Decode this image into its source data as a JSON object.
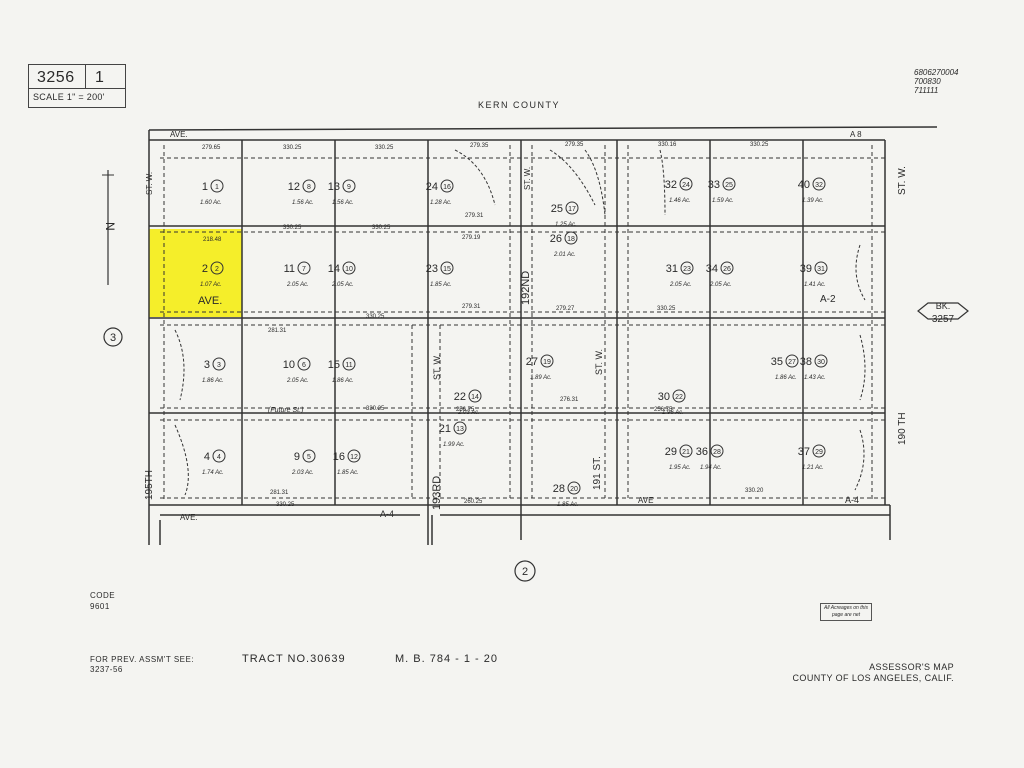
{
  "header": {
    "book": "3256",
    "page": "1",
    "scale": "SCALE 1\" = 200'",
    "county_top": "KERN  COUNTY",
    "ref_code": [
      "6806270004",
      "700830",
      "711111"
    ]
  },
  "north": {
    "label": "N"
  },
  "circles": {
    "left": "3",
    "bottom": "2"
  },
  "book_ref": {
    "line1": "BK.",
    "line2": "3257"
  },
  "streets": {
    "ave_top": "AVE.",
    "ave_top_right": "A 8",
    "ave_highlight": "AVE.",
    "ave_bottom": "AVE.",
    "a4": "A-4",
    "a4_right": "A-4",
    "a2": "A-2",
    "ave_bottom_mid": "AVE",
    "st_195": "195TH",
    "st_w_left": "ST. W.",
    "st_193": "193RD",
    "st_w_193": "ST. W.",
    "st_192": "192ND",
    "st_w_192": "ST. W.",
    "st_191": "191 ST.",
    "st_w_191": "ST. W.",
    "st_190": "190 TH",
    "st_w_right": "ST. W.",
    "future": "(Future  St.)"
  },
  "parcels": [
    {
      "lot": "1",
      "num": "1",
      "acres": "1.60 Ac."
    },
    {
      "lot": "2",
      "num": "2",
      "acres": "1.07 Ac."
    },
    {
      "lot": "3",
      "num": "3",
      "acres": "1.86 Ac."
    },
    {
      "lot": "4",
      "num": "4",
      "acres": "1.74 Ac."
    },
    {
      "lot": "12",
      "num": "8",
      "acres": "1.56 Ac."
    },
    {
      "lot": "13",
      "num": "9",
      "acres": "1.56 Ac."
    },
    {
      "lot": "11",
      "num": "7",
      "acres": "2.05 Ac."
    },
    {
      "lot": "14",
      "num": "10",
      "acres": "2.05 Ac."
    },
    {
      "lot": "10",
      "num": "6",
      "acres": "2.05 Ac."
    },
    {
      "lot": "15",
      "num": "11",
      "acres": "1.86 Ac."
    },
    {
      "lot": "9",
      "num": "5",
      "acres": "2.03 Ac."
    },
    {
      "lot": "16",
      "num": "12",
      "acres": "1.85 Ac."
    },
    {
      "lot": "24",
      "num": "16",
      "acres": "1.28 Ac."
    },
    {
      "lot": "23",
      "num": "15",
      "acres": "1.85 Ac."
    },
    {
      "lot": "22",
      "num": "14",
      "acres": "2.03 Ac."
    },
    {
      "lot": "21",
      "num": "13",
      "acres": "1.99 Ac."
    },
    {
      "lot": "25",
      "num": "17",
      "acres": "1.25 Ac."
    },
    {
      "lot": "26",
      "num": "18",
      "acres": "2.01 Ac."
    },
    {
      "lot": "27",
      "num": "19",
      "acres": "1.89 Ac."
    },
    {
      "lot": "28",
      "num": "20",
      "acres": "1.85 Ac."
    },
    {
      "lot": "32",
      "num": "24",
      "acres": "1.46 Ac."
    },
    {
      "lot": "31",
      "num": "23",
      "acres": "2.05 Ac."
    },
    {
      "lot": "30",
      "num": "22",
      "acres": "1.96 Ac."
    },
    {
      "lot": "29",
      "num": "21",
      "acres": "1.95 Ac."
    },
    {
      "lot": "33",
      "num": "25",
      "acres": "1.59 Ac."
    },
    {
      "lot": "34",
      "num": "26",
      "acres": "2.05 Ac."
    },
    {
      "lot": "35",
      "num": "27",
      "acres": "1.86 Ac."
    },
    {
      "lot": "36",
      "num": "28",
      "acres": "1.94 Ac."
    },
    {
      "lot": "40",
      "num": "32",
      "acres": "1.39 Ac."
    },
    {
      "lot": "39",
      "num": "31",
      "acres": "1.41 Ac."
    },
    {
      "lot": "38",
      "num": "30",
      "acres": "1.43 Ac."
    },
    {
      "lot": "37",
      "num": "29",
      "acres": "1.21 Ac."
    }
  ],
  "dims": {
    "d1": "330.25",
    "d2": "330.25",
    "d3": "279.35",
    "d4": "330.16",
    "d5": "279.35",
    "d6": "330.25",
    "d7": "279.31",
    "d8": "330.25",
    "d9": "330.25",
    "d10": "279.19",
    "d11": "330.25",
    "d12": "279.31",
    "d13": "330.25",
    "d14": "260.25",
    "d15": "330.20",
    "d16": "218.48",
    "d17": "279.65",
    "d18": "281.31",
    "d19": "330.25",
    "d20": "281.31",
    "d21": "330.25",
    "d22": "256.75",
    "d23": "276.31",
    "d24": "256.75",
    "d25": "279.27"
  },
  "footer": {
    "code_label": "CODE",
    "code_value": "9601",
    "prev_label": "FOR PREV. ASSM'T SEE:",
    "prev_value": "3237-56",
    "tract": "TRACT   NO.30639",
    "mb": "M. B. 784 - 1 - 20",
    "assessor1": "ASSESSOR'S MAP",
    "assessor2": "COUNTY OF LOS ANGELES, CALIF.",
    "note": "All Acreages on this page are net"
  }
}
